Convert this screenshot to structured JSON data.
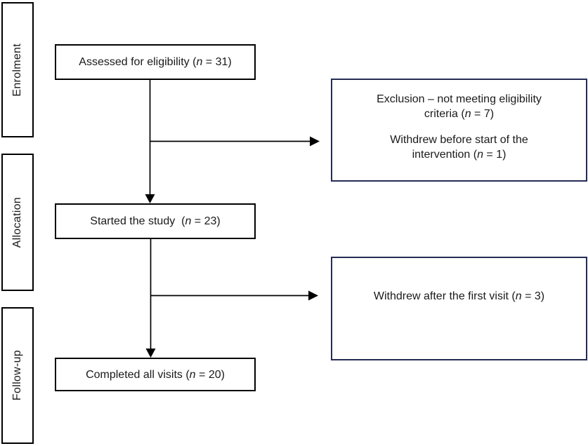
{
  "diagram": {
    "stages": [
      {
        "label": "Enrolment"
      },
      {
        "label": "Allocation"
      },
      {
        "label": "Follow-up"
      }
    ],
    "boxes": {
      "assessed": {
        "pre": "Assessed for eligibility (",
        "n": "n",
        "post": " = 31)"
      },
      "started": {
        "pre": "Started the study  (",
        "n": "n",
        "post": " = 23)"
      },
      "completed": {
        "pre": "Completed all visits (",
        "n": "n",
        "post": " = 20)"
      },
      "exclusion": {
        "para1": {
          "pre": "Exclusion – not meeting eligibility criteria (",
          "n": "n",
          "post": " = 7)"
        },
        "para2": {
          "pre": "Withdrew before start of the intervention (",
          "n": "n",
          "post": " = 1)"
        }
      },
      "withdrew": {
        "pre": "Withdrew after the first visit (",
        "n": "n",
        "post": " = 3)"
      }
    },
    "colors": {
      "main_box_border": "#000000",
      "side_box_border": "#252c54",
      "connector": "#000000",
      "text": "#1a1a1a",
      "background": "#ffffff"
    }
  }
}
